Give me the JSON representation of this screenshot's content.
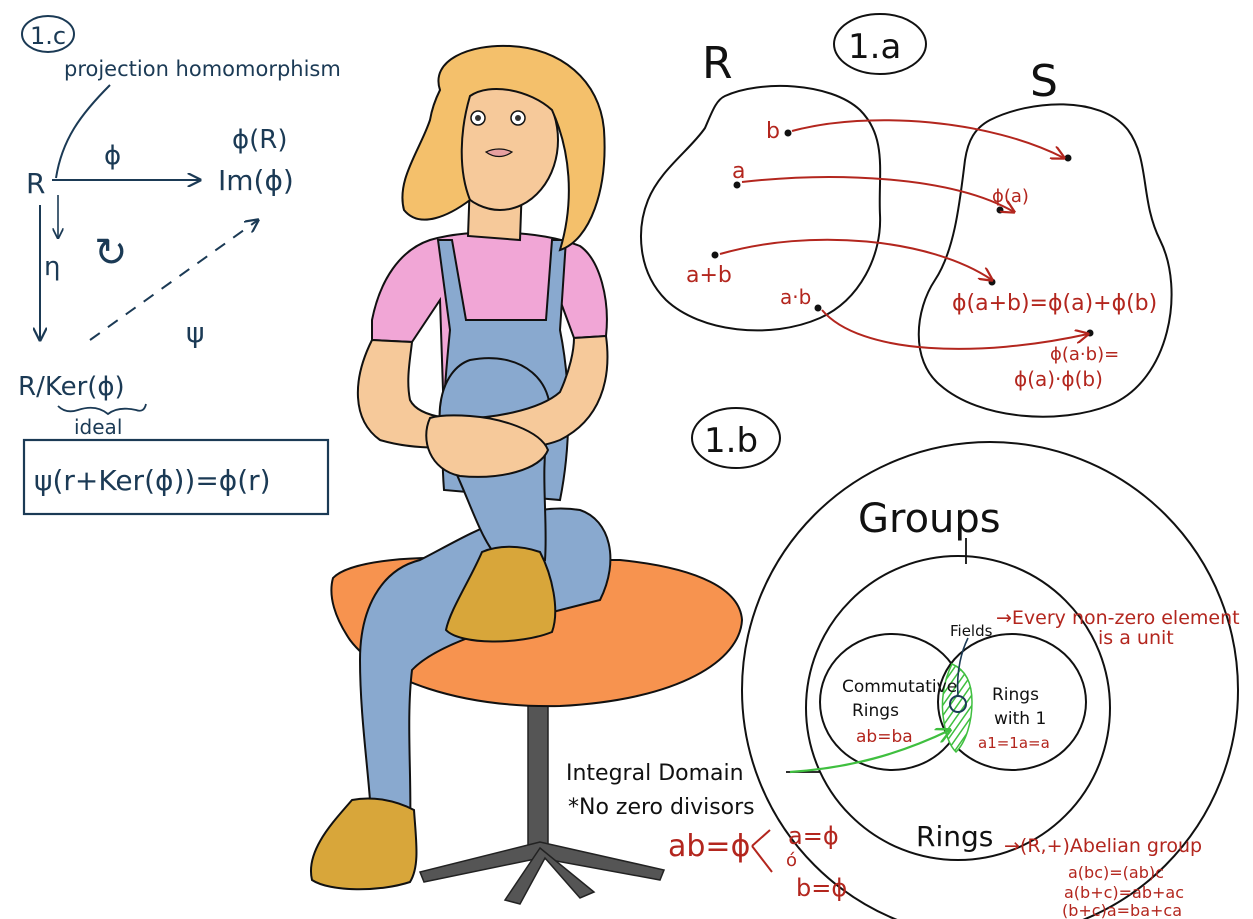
{
  "labels": {
    "sec_1c": "1.c",
    "sec_1a": "1.a",
    "sec_1b": "1.b"
  },
  "diagram_1c": {
    "title": "projection homomorphism",
    "R": "R",
    "phi": "ϕ",
    "phiR": "ϕ(R)",
    "ImPhi": "Im(ϕ)",
    "eta": "η",
    "rot": "↻",
    "psi": "ψ",
    "quotient": "R/Ker(ϕ)",
    "ideal": "ideal",
    "formula": "ψ(r+Ker(ϕ))=ϕ(r)"
  },
  "diagram_1a": {
    "R": "R",
    "S": "S",
    "b": "b",
    "a": "a",
    "a_plus_b": "a+b",
    "a_dot_b": "a·b",
    "phi_a": "ϕ(a)",
    "phi_sum": "ϕ(a+b)=ϕ(a)+ϕ(b)",
    "phi_prod_1": "ϕ(a·b)=",
    "phi_prod_2": "ϕ(a)·ϕ(b)"
  },
  "diagram_1b": {
    "groups": "Groups",
    "fields": "Fields",
    "fields_note_1": "→Every non-zero element",
    "fields_note_2": "is a unit",
    "comm_1": "Commutative",
    "comm_2": "Rings",
    "comm_eq": "ab=ba",
    "unit_1": "Rings",
    "unit_2": "with 1",
    "unit_eq": "a1=1a=a",
    "integral": "Integral Domain",
    "no_zero": "*No zero divisors",
    "abz": "ab=ϕ",
    "az": "a=ϕ",
    "or": "ó",
    "bz": "b=ϕ",
    "rings": "Rings",
    "rings_note_1": "→(R,+)Abelian group",
    "rings_note_2": "a(bc)=(ab)c",
    "rings_note_3": "a(b+c)=ab+ac",
    "rings_note_4": "(b+c)a=ba+ca"
  },
  "colors": {
    "ink": "#1b3a55",
    "red": "#b3261e",
    "green": "#3fbf3f",
    "hair": "#f4c06b",
    "shirt": "#f1a6d6",
    "overalls": "#89a9cf",
    "stool": "#f7934f",
    "shoes": "#d8a63a"
  }
}
